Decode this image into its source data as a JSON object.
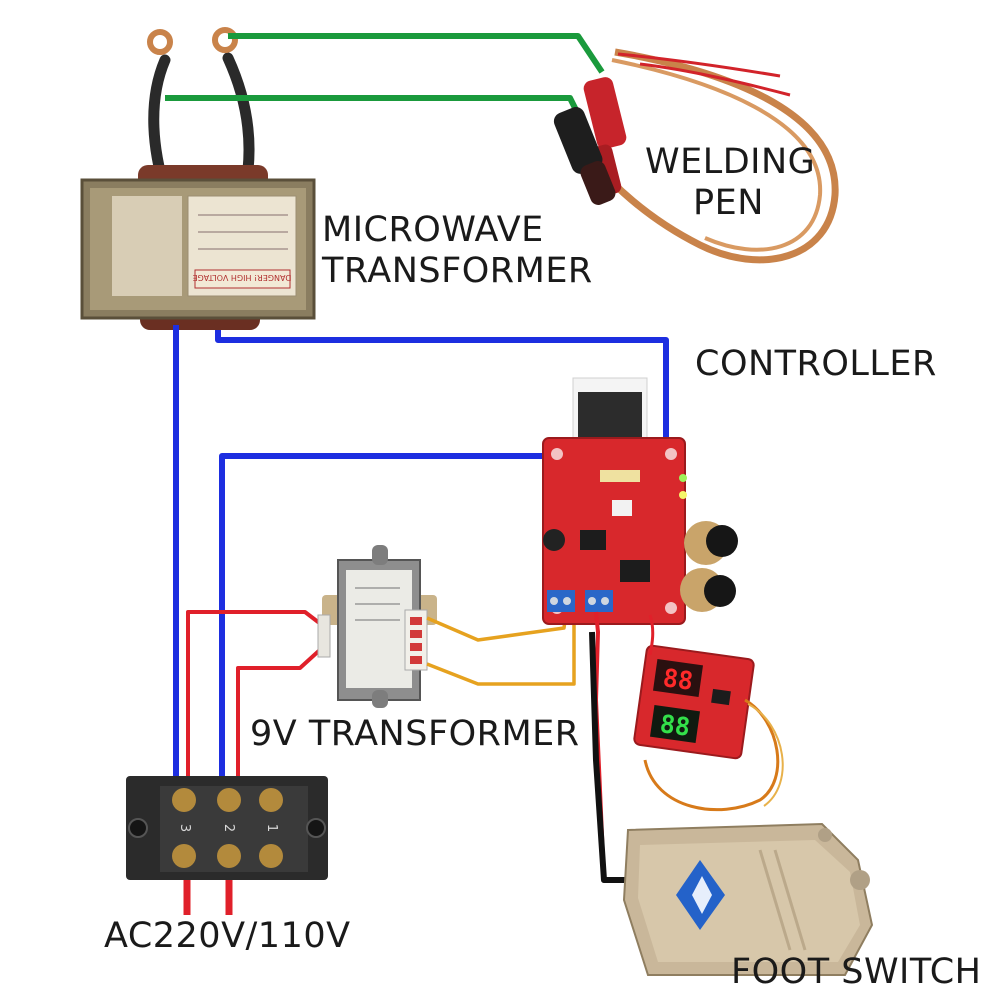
{
  "labels": {
    "welding_pen": [
      "WELDING",
      "PEN"
    ],
    "microwave_transformer": [
      "MICROWAVE",
      "TRANSFORMER"
    ],
    "controller": "CONTROLLER",
    "transformer_9v": "9V TRANSFORMER",
    "mains_input": "AC220V/110V",
    "foot_switch": "FOOT SWITCH"
  },
  "component_markings": {
    "mwo_plate": "DANGER! HIGH VOLTAGE",
    "terminal_block_numbers": [
      "1",
      "2",
      "3"
    ],
    "display_top": "88",
    "display_bottom": "88"
  },
  "colors": {
    "wire_green": "#1a9a3c",
    "wire_blue": "#1d2ee0",
    "wire_red": "#e0202a",
    "wire_orange": "#e6a21f",
    "wire_black": "#111111",
    "pcb_red": "#d8282c",
    "copper": "#c9834a",
    "display_red": "#ff2a2a",
    "display_green": "#33e04a",
    "foot_switch_body": "#c9b79a"
  }
}
